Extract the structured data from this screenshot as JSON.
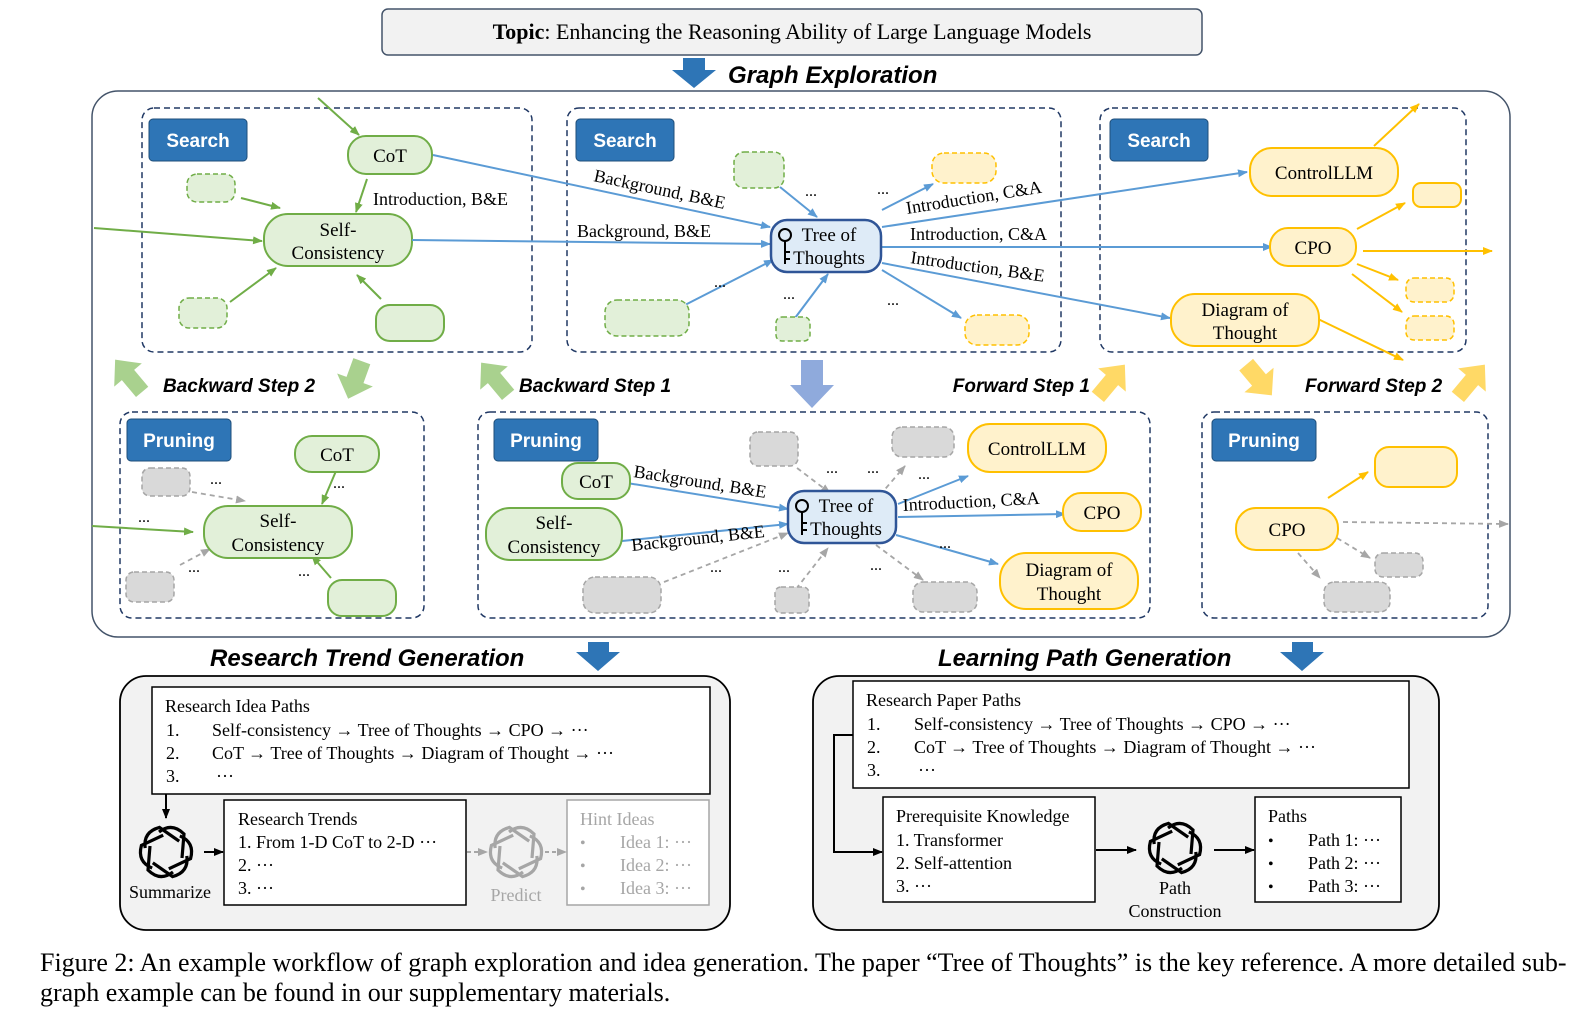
{
  "topic": {
    "label": "Topic",
    "text": ": Enhancing the Reasoning Ability of Large Language Models"
  },
  "section_titles": {
    "graph_exploration": "Graph Exploration",
    "research_trend_generation": "Research Trend Generation",
    "learning_path_generation": "Learning Path Generation"
  },
  "tags": {
    "search": "Search",
    "pruning": "Pruning"
  },
  "steps": {
    "backward_2": "Backward Step 2",
    "backward_1": "Backward Step 1",
    "forward_1": "Forward Step 1",
    "forward_2": "Forward Step 2"
  },
  "nodes": {
    "cot": "CoT",
    "self_line1": "Self-",
    "self_line2": "Consistency",
    "tot_line1": "Tree of",
    "tot_line2": "Thoughts",
    "controlllm": "ControlLLM",
    "cpo": "CPO",
    "dot_line1": "Diagram of",
    "dot_line2": "Thought"
  },
  "edges": {
    "intro_be": "Introduction, B&E",
    "background_be": "Background, B&E",
    "intro_ca": "Introduction, C&A",
    "ellipsis": "..."
  },
  "research_trend": {
    "idea_paths_title": "Research Idea Paths",
    "idea_paths": [
      {
        "num": "1.",
        "text": "Self-consistency → Tree of Thoughts → CPO → ···"
      },
      {
        "num": "2.",
        "text": "CoT → Tree of Thoughts → Diagram of Thought → ···"
      },
      {
        "num": "3.",
        "text": "···"
      }
    ],
    "summarize": "Summarize",
    "trends_title": "Research Trends",
    "trends": [
      "1. From 1-D CoT to 2-D ···",
      "2. ···",
      "3. ···"
    ],
    "predict": "Predict",
    "hint_title": "Hint Ideas",
    "hints": [
      "Idea 1: ···",
      "Idea 2: ···",
      "Idea 3: ···"
    ],
    "bullet": "•"
  },
  "learning_path": {
    "paper_paths_title": "Research Paper Paths",
    "paper_paths": [
      {
        "num": "1.",
        "text": "Self-consistency → Tree of Thoughts → CPO → ···"
      },
      {
        "num": "2.",
        "text": "CoT → Tree of Thoughts → Diagram of Thought → ···"
      },
      {
        "num": "3.",
        "text": "···"
      }
    ],
    "prereq_title": "Prerequisite Knowledge",
    "prereq": [
      "1. Transformer",
      "2. Self-attention",
      "3. ···"
    ],
    "path_construction_1": "Path",
    "path_construction_2": "Construction",
    "paths_title": "Paths",
    "paths": [
      "Path 1: ···",
      "Path 2: ···",
      "Path 3: ···"
    ],
    "bullet": "•"
  },
  "caption": "Figure 2: An example workflow of graph exploration and idea generation. The paper “Tree of Thoughts” is the key reference. A more detailed sub-graph example can be found in our supplementary materials.",
  "colors": {
    "green_fill": "#e2f0d9",
    "green_stroke": "#70ad47",
    "green_arrow": "#8ec46e",
    "yellow_fill": "#fff2cc",
    "yellow_stroke": "#ffc000",
    "blue_fill": "#deebf7",
    "blue_stroke": "#2f5597",
    "blue_arrow": "#5b9bd5",
    "tag_fill": "#2e75b6",
    "gray_fill": "#d9d9d9",
    "gray_stroke": "#a6a6a6",
    "panel_fill": "#f2f2f2"
  }
}
